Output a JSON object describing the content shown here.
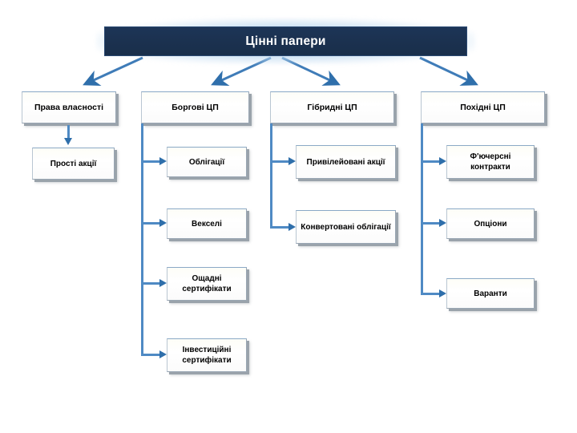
{
  "diagram": {
    "title": "Цінні папери",
    "title_color": "#1c3454",
    "connector_color": "#4f8ac4",
    "arrowhead_color": "#2f6fab",
    "branches": [
      {
        "id": "ownership",
        "label": "Права власності",
        "children": [
          {
            "id": "common-shares",
            "label": "Прості акції"
          }
        ]
      },
      {
        "id": "debt",
        "label": "Боргові ЦП",
        "children": [
          {
            "id": "bonds",
            "label": "Облігації"
          },
          {
            "id": "bills",
            "label": "Векселі"
          },
          {
            "id": "savings-certificates",
            "label": "Ощадні сертифікати"
          },
          {
            "id": "investment-certificates",
            "label": "Інвестиційні сертифікати"
          }
        ]
      },
      {
        "id": "hybrid",
        "label": "Гібридні ЦП",
        "children": [
          {
            "id": "preferred-shares",
            "label": "Привілейовані акції"
          },
          {
            "id": "convertible-bonds",
            "label": "Конвертовані облігації"
          }
        ]
      },
      {
        "id": "derivatives",
        "label": "Похідні ЦП",
        "children": [
          {
            "id": "futures",
            "label": "Ф'ючерсні контракти"
          },
          {
            "id": "options",
            "label": "Опціони"
          },
          {
            "id": "warrants",
            "label": "Варанти"
          }
        ]
      }
    ]
  }
}
